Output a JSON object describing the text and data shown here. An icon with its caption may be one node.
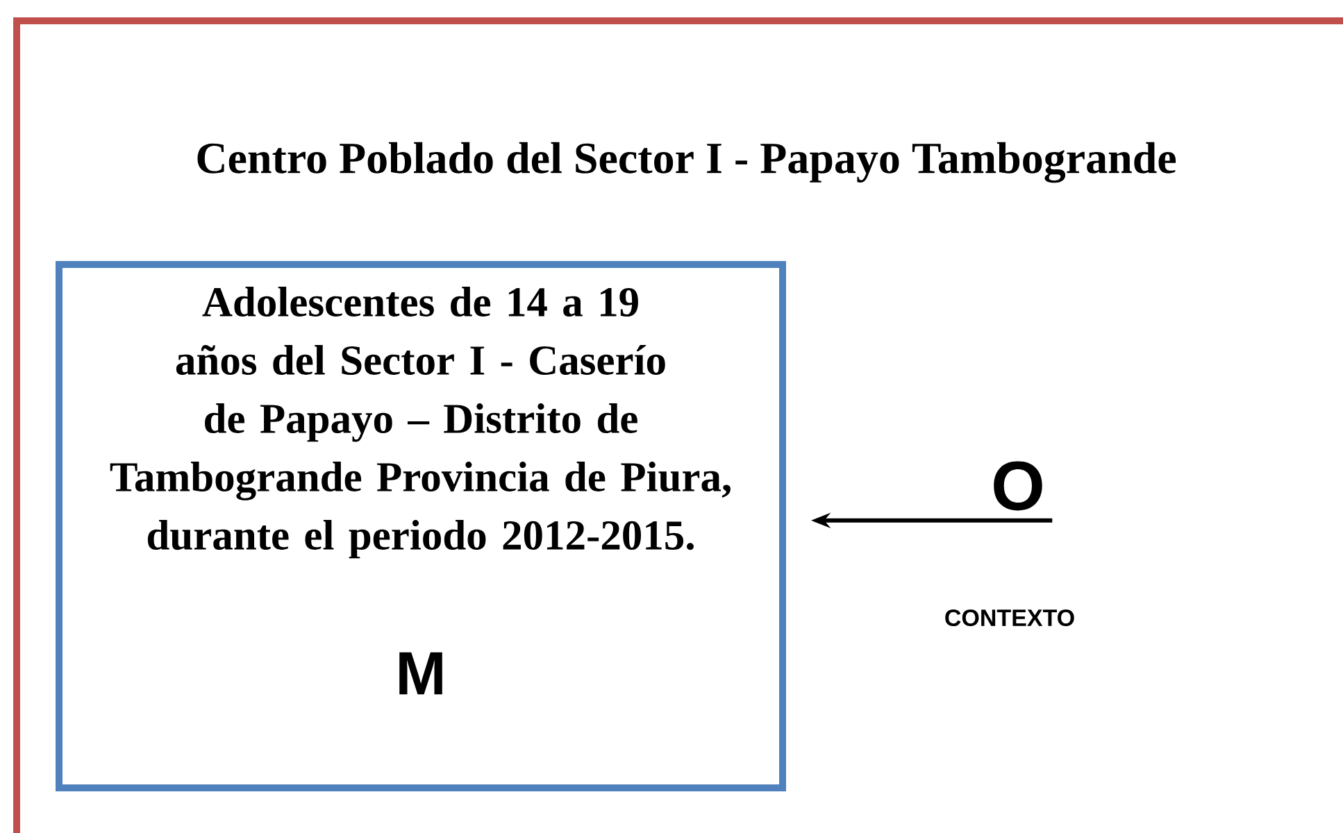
{
  "diagram": {
    "title": "Centro Poblado del Sector I - Papayo Tambogrande",
    "nodes": [
      {
        "text": [
          "Adolescentes de 14 a 19 años del Sector I - Caserío de Papayo – Distrito de Tambogrande Provincia de Piura, durante el periodo 2012-2015.",
          "M"
        ]
      },
      {
        "text": [
          "O"
        ]
      }
    ],
    "labels": [
      "CONTEXTO"
    ],
    "edges": [
      {
        "from": 1,
        "to": 0,
        "arrow": "to"
      }
    ]
  }
}
